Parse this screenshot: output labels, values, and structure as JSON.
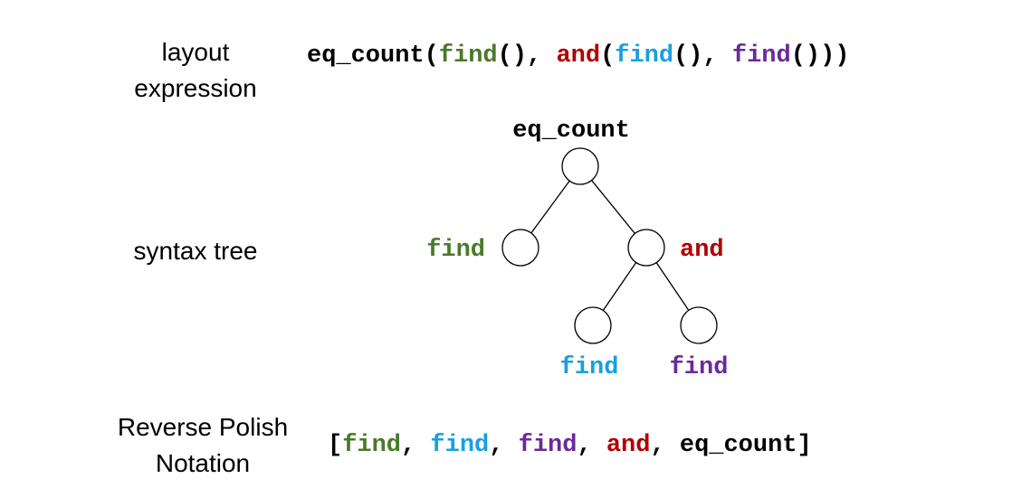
{
  "labels": {
    "layout_line1": "layout",
    "layout_line2": "expression",
    "syntax_tree": "syntax tree",
    "rpn_line1": "Reverse Polish",
    "rpn_line2": "Notation"
  },
  "colors": {
    "black": "#000000",
    "green": "#4a7a2a",
    "red": "#b00000",
    "blue": "#1a9fe0",
    "purple": "#6a2a9a"
  },
  "expression": [
    {
      "text": "eq_count(",
      "color": "black"
    },
    {
      "text": "find",
      "color": "green"
    },
    {
      "text": "(), ",
      "color": "black"
    },
    {
      "text": "and",
      "color": "red"
    },
    {
      "text": "(",
      "color": "black"
    },
    {
      "text": "find",
      "color": "blue"
    },
    {
      "text": "(), ",
      "color": "black"
    },
    {
      "text": "find",
      "color": "purple"
    },
    {
      "text": "()))",
      "color": "black"
    }
  ],
  "rpn": [
    {
      "text": "[",
      "color": "black"
    },
    {
      "text": "find",
      "color": "green"
    },
    {
      "text": ", ",
      "color": "black"
    },
    {
      "text": "find",
      "color": "blue"
    },
    {
      "text": ", ",
      "color": "black"
    },
    {
      "text": "find",
      "color": "purple"
    },
    {
      "text": ", ",
      "color": "black"
    },
    {
      "text": "and",
      "color": "red"
    },
    {
      "text": ", ",
      "color": "black"
    },
    {
      "text": "eq_count",
      "color": "black"
    },
    {
      "text": "]",
      "color": "black"
    }
  ],
  "tree": {
    "nodes": [
      {
        "id": "root",
        "label": "eq_count",
        "color": "black"
      },
      {
        "id": "left",
        "label": "find",
        "color": "green"
      },
      {
        "id": "and",
        "label": "and",
        "color": "red"
      },
      {
        "id": "and-left",
        "label": "find",
        "color": "blue"
      },
      {
        "id": "and-right",
        "label": "find",
        "color": "purple"
      }
    ],
    "edges": [
      [
        "root",
        "left"
      ],
      [
        "root",
        "and"
      ],
      [
        "and",
        "and-left"
      ],
      [
        "and",
        "and-right"
      ]
    ]
  }
}
